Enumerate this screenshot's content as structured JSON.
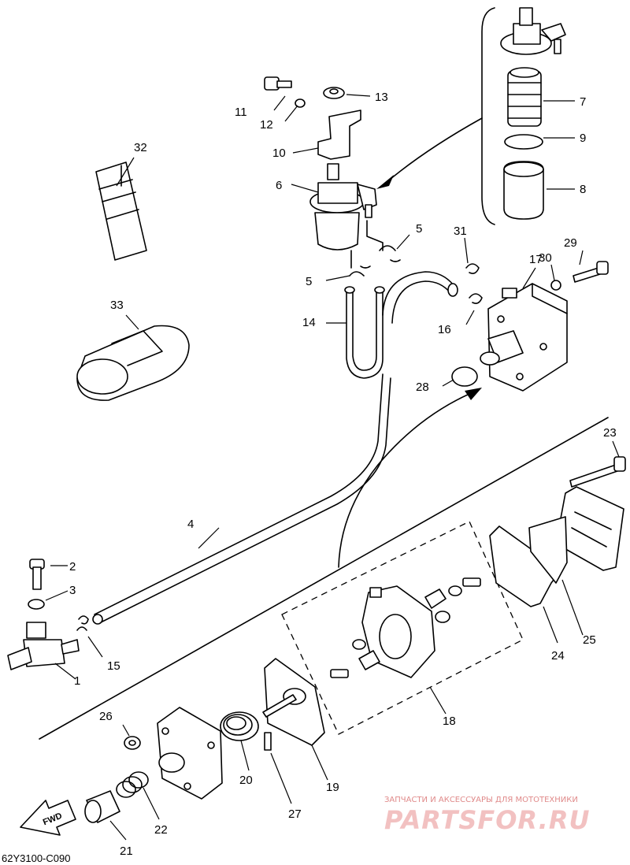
{
  "diagram": {
    "code": "62Y3100-C090",
    "fwd_label": "FWD",
    "callouts": [
      "1",
      "2",
      "3",
      "4",
      "5",
      "5",
      "6",
      "7",
      "8",
      "9",
      "10",
      "11",
      "12",
      "13",
      "14",
      "15",
      "16",
      "17",
      "18",
      "19",
      "20",
      "21",
      "22",
      "23",
      "24",
      "25",
      "26",
      "27",
      "28",
      "29",
      "30",
      "31",
      "32",
      "33"
    ]
  },
  "watermark": {
    "line1": "ЗАПЧАСТИ И АКСЕССУАРЫ ДЛЯ МОТОТЕХНИКИ",
    "line2": "PARTSFOR.RU"
  },
  "colors": {
    "ink": "#000000",
    "background": "#ffffff",
    "watermark": "#e08a8a"
  }
}
